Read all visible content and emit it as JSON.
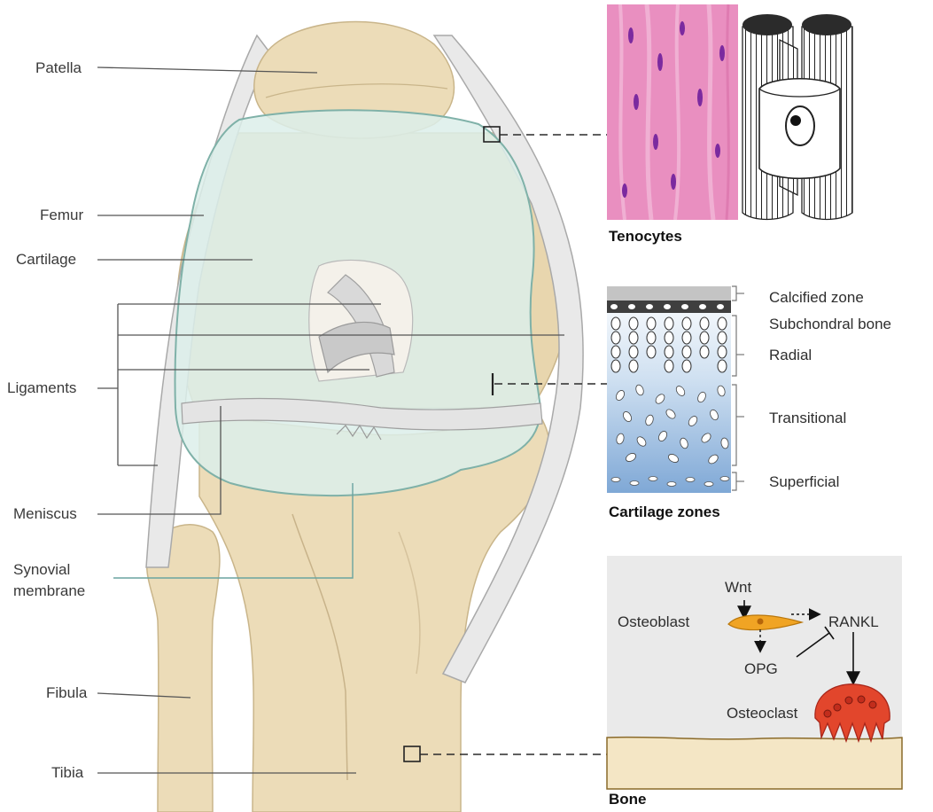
{
  "labels": {
    "patella": "Patella",
    "femur": "Femur",
    "cartilage": "Cartilage",
    "ligaments": "Ligaments",
    "meniscus": "Meniscus",
    "synovial_1": "Synovial",
    "synovial_2": "membrane",
    "fibula": "Fibula",
    "tibia": "Tibia"
  },
  "panels": {
    "tenocytes": {
      "title": "Tenocytes"
    },
    "cartilage_zones": {
      "title": "Cartilage zones",
      "zones": {
        "calcified": "Calcified zone",
        "subchondral": "Subchondral bone",
        "radial": "Radial",
        "transitional": "Transitional",
        "superficial": "Superficial"
      }
    },
    "bone": {
      "title": "Bone",
      "wnt": "Wnt",
      "osteoblast": "Osteoblast",
      "rankl": "RANKL",
      "opg": "OPG",
      "osteoclast": "Osteoclast"
    }
  },
  "colors": {
    "bone": "#ecdcb8",
    "cartilage": "#dceeea",
    "ligament": "#e9e9e9",
    "tendon_stain": "#e98fc0",
    "osteoblast": "#f0a424",
    "osteoclast": "#e2462c"
  }
}
